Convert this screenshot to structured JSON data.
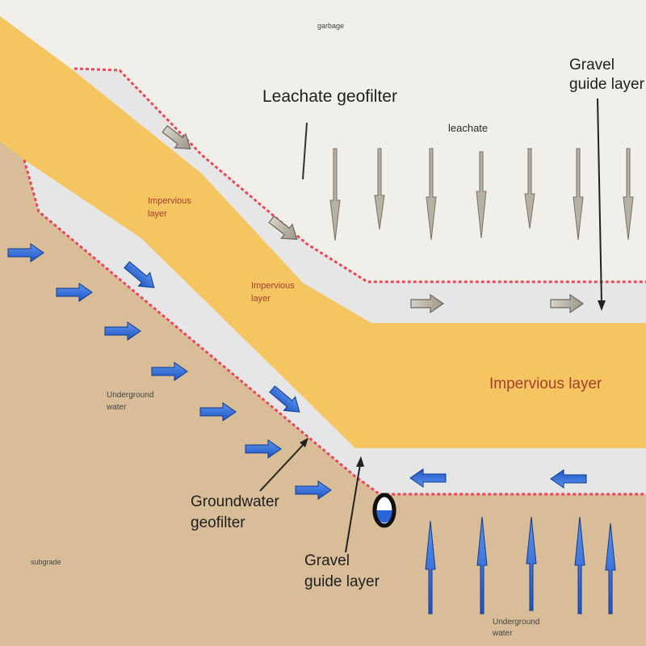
{
  "colors": {
    "background": "#f1efe9",
    "subgrade": "#d8bd98",
    "impervious": "#f4c560",
    "gravel": "#e6e6e6",
    "geofilter_dash": "#e8485a",
    "water_arrow": "#2a66d8",
    "leachate_arrow": "#b7b1a4",
    "impervious_text": "#a3402a"
  },
  "labels": {
    "garbage": "garbage",
    "leachate_geofilter": "Leachate geofilter",
    "leachate": "leachate",
    "gravel_guide_top_1": "Gravel",
    "gravel_guide_top_2": "guide layer",
    "impervious_1_line1": "Impervious",
    "impervious_1_line2": "layer",
    "impervious_2_line1": "Impervious",
    "impervious_2_line2": "layer",
    "impervious_big": "Impervious layer",
    "underground_water_left_1": "Underground",
    "underground_water_left_2": "water",
    "groundwater_geofilter_1": "Groundwater",
    "groundwater_geofilter_2": "geofilter",
    "gravel_guide_bottom_1": "Gravel",
    "gravel_guide_bottom_2": "guide layer",
    "subgrade": "subgrade",
    "underground_water_bottom_1": "Underground",
    "underground_water_bottom_2": "water"
  }
}
